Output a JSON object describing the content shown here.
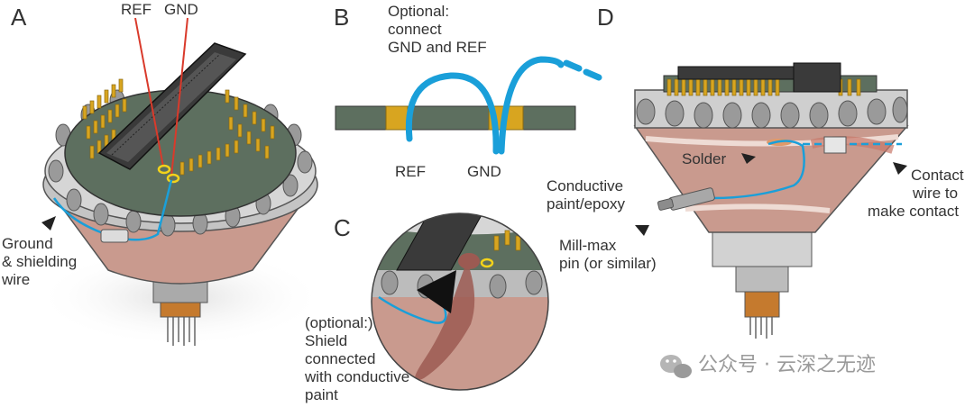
{
  "panels": {
    "a": "A",
    "b": "B",
    "c": "C",
    "d": "D"
  },
  "panel_a": {
    "ref": "REF",
    "gnd": "GND",
    "shield_line1": "Ground",
    "shield_line2": "& shielding",
    "shield_line3": "wire"
  },
  "panel_b": {
    "optional_line1": "Optional:",
    "optional_line2": "connect",
    "optional_line3": "GND and REF",
    "ref": "REF",
    "gnd": "GND"
  },
  "panel_c": {
    "line1": "(optional:)",
    "line2": "Shield",
    "line3": "connected",
    "line4": "with conductive",
    "line5": "paint"
  },
  "panel_d": {
    "solder": "Solder",
    "paint_line1": "Conductive",
    "paint_line2": "paint/epoxy",
    "contact_line1": "Contact",
    "contact_line2": "wire to",
    "contact_line3": "make contact",
    "pin_line1": "Mill-max",
    "pin_line2": "pin (or similar)"
  },
  "watermark": {
    "text": "公众号 · 云深之无迹",
    "icon": "wechat-icon"
  },
  "colors": {
    "wire": "#1a9fd9",
    "pcb": "#5d6f5f",
    "gold": "#d8a520",
    "cone": "#c99a8e",
    "metal": "#b8b8b8",
    "connector": "#3a3a3a",
    "arrow": "#222222",
    "ref_line": "#d93a2b"
  }
}
